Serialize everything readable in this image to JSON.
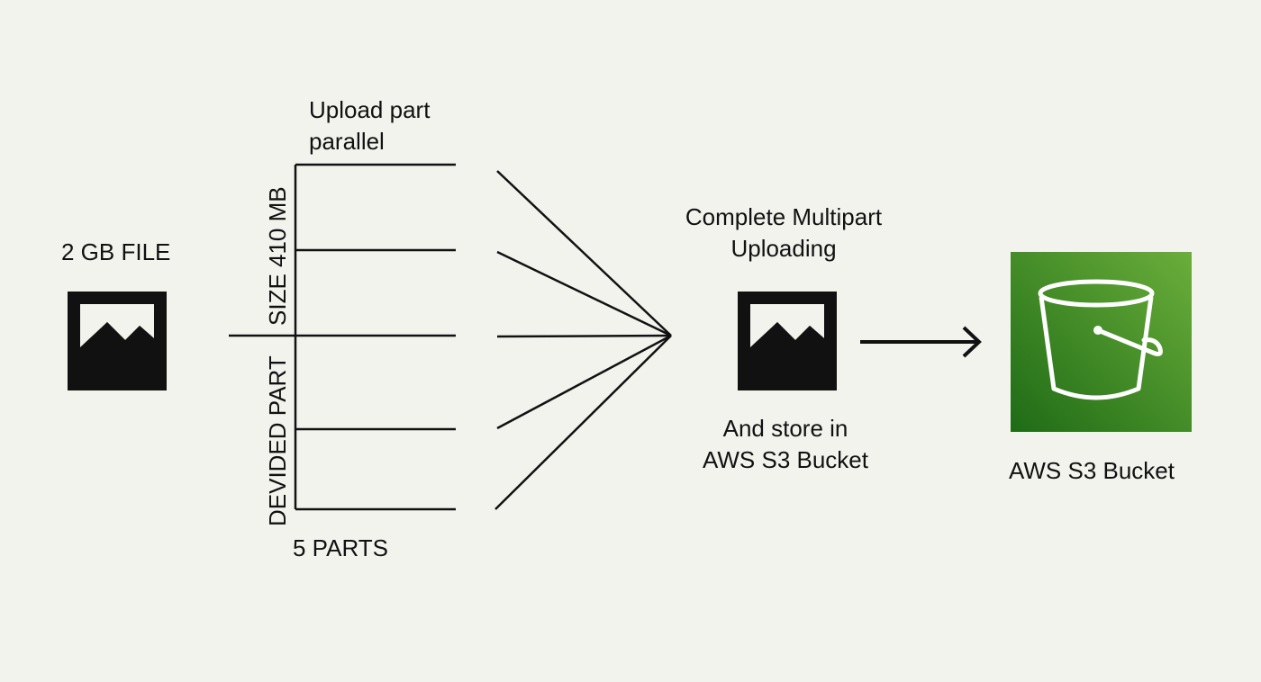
{
  "diagram": {
    "source_file_label": "2 GB FILE",
    "upload_label": "Upload part\nparallel",
    "part_size_label": "SIZE 410 MB",
    "divided_label": "DEVIDED PART",
    "parts_count_label": "5 PARTS",
    "complete_label": "Complete Multipart\nUploading",
    "store_label": "And store in\nAWS S3 Bucket",
    "bucket_label": "AWS S3 Bucket"
  },
  "icons": {
    "source_file": "image-file-icon",
    "merged_file": "image-file-icon",
    "bucket": "aws-s3-bucket-icon"
  },
  "colors": {
    "background": "#f3f3ee",
    "ink": "#111111",
    "s3_green_light": "#6aae3a",
    "s3_green_dark": "#1f6b16"
  }
}
